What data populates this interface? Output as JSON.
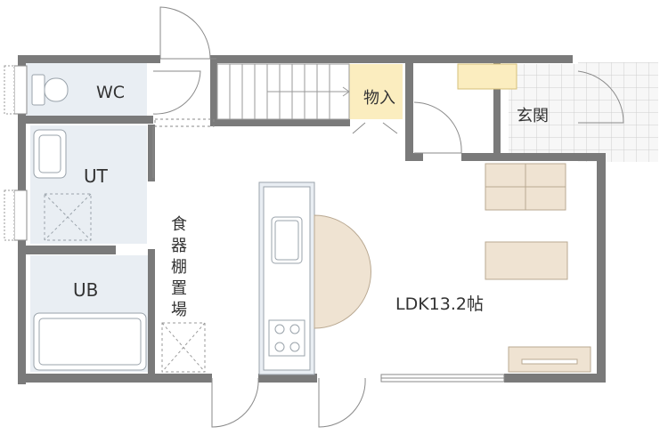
{
  "labels": {
    "wc": "WC",
    "ut": "UT",
    "ub": "UB",
    "storage": "物入",
    "entrance": "玄関",
    "dish_shelf": [
      "食",
      "器",
      "棚",
      "置",
      "場"
    ],
    "ldk": "LDK13.2帖"
  },
  "colors": {
    "wall": "#7a7a7a",
    "wet_area": "#e9eef3",
    "storage_fill": "#fbedbf",
    "entrance_tile": "#f2f2f2",
    "furniture": "#efe3d2",
    "fixture_outline": "#9aa3ab"
  },
  "icons": [
    "toilet-icon",
    "washbasin-icon",
    "bathtub-icon",
    "sink-icon",
    "stove-icon",
    "stairs-icon"
  ]
}
